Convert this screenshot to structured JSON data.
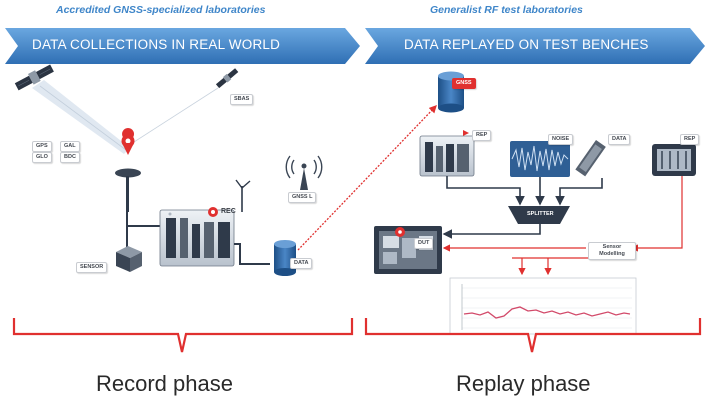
{
  "left": {
    "subtitle": "Accredited GNSS-specialized laboratories",
    "banner": "DATA COLLECTIONS IN REAL WORLD",
    "phase": "Record phase",
    "tags": {
      "sat": "SBAS",
      "gps": "GPS",
      "gal": "GAL",
      "glo": "GLO",
      "bdc": "BDC",
      "rec": "REC",
      "gnss": "GNSS L",
      "data": "DATA",
      "sensor": "SENSOR"
    }
  },
  "right": {
    "subtitle": "Generalist RF test laboratories",
    "banner": "DATA REPLAYED ON TEST BENCHES",
    "phase": "Replay phase",
    "tags": {
      "store": "GNSS",
      "rep": "REP",
      "noise": "NOISE",
      "data": "DATA",
      "rep2": "REP",
      "splitter": "SPLITTER",
      "dut": "DUT",
      "sensor": "Sensor Modelling"
    }
  },
  "colors": {
    "banner": "#4f8fd0",
    "banner_dark": "#2f6fb4",
    "accent": "#e0302f",
    "bracket": "#e0302f",
    "wire": "#2f3a4a"
  },
  "icons": [
    "satellite-icon",
    "antenna-icon",
    "receiver-icon",
    "database-icon",
    "sensor-box-icon",
    "radio-tower-icon",
    "noise-waveform-icon",
    "splitter-icon",
    "chart-icon"
  ]
}
